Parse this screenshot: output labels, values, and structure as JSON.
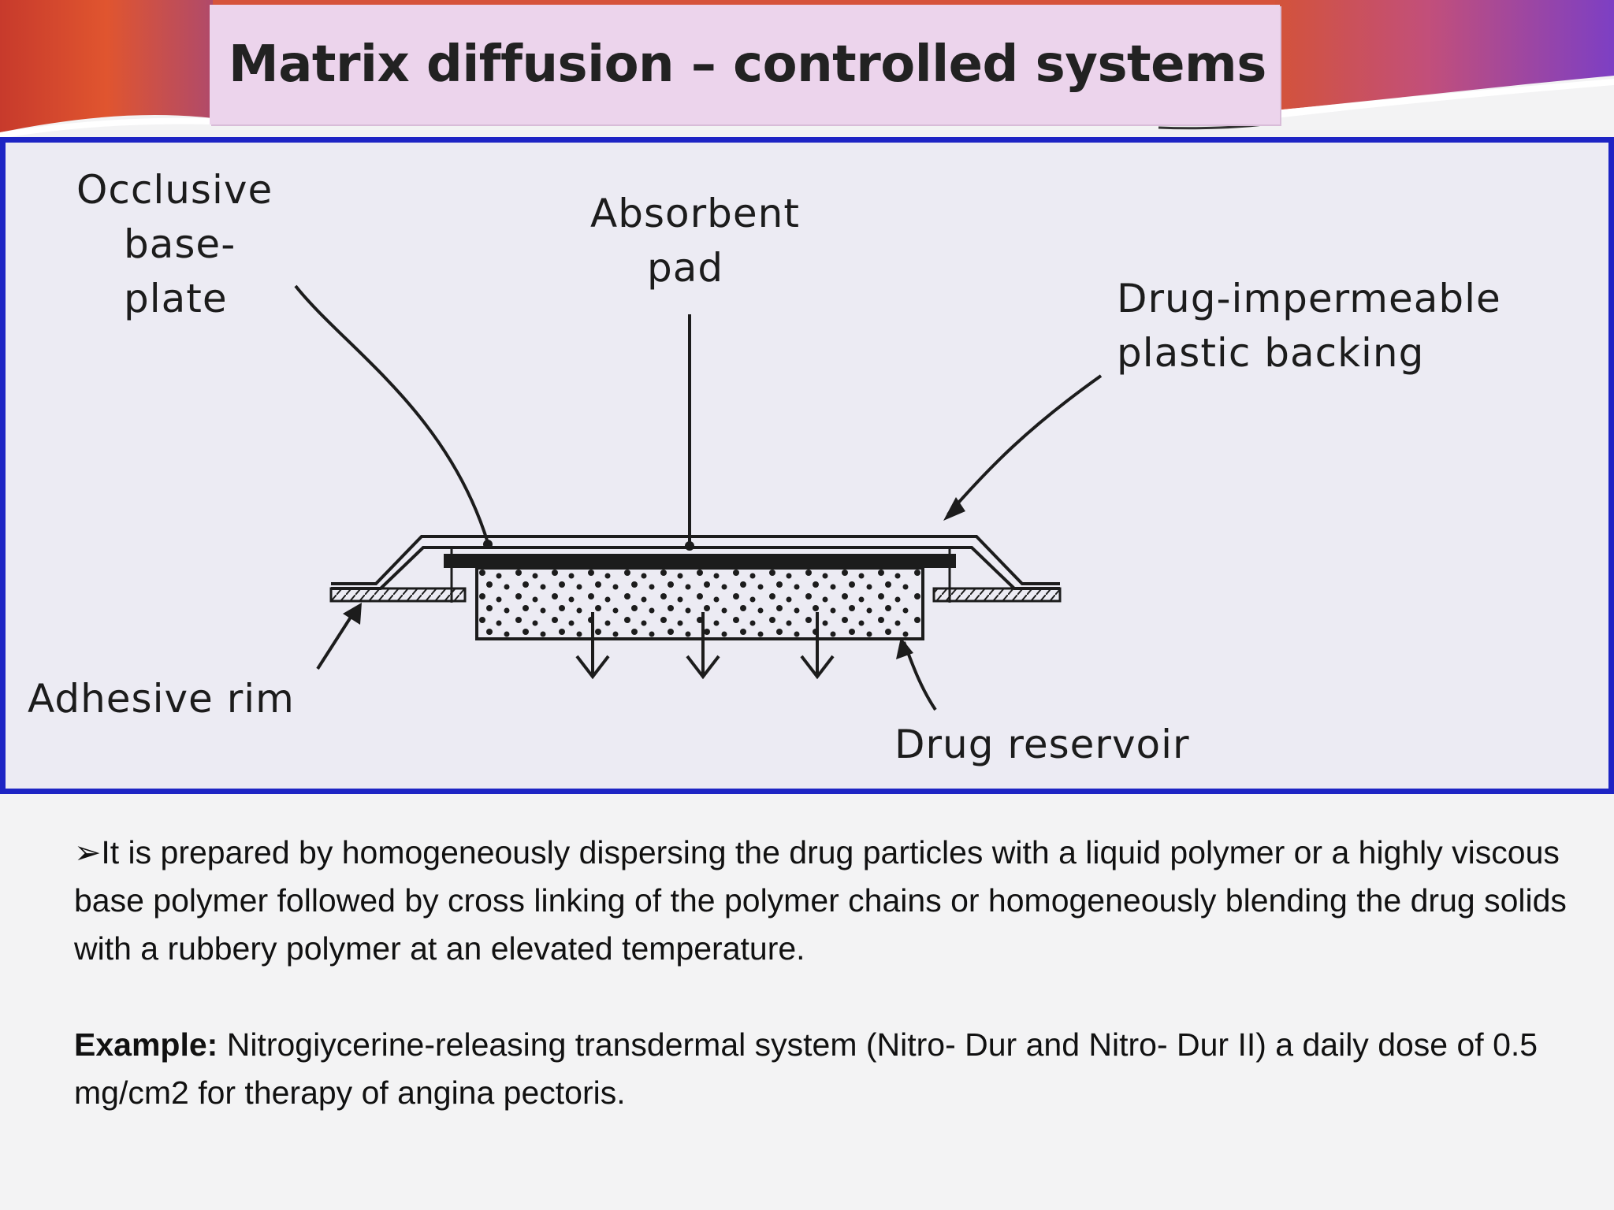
{
  "title": "Matrix diffusion – controlled systems",
  "diagram": {
    "labels": {
      "occlusive": [
        "Occlusive",
        "base-",
        "plate"
      ],
      "absorbent": [
        "Absorbent",
        "pad"
      ],
      "backing": [
        "Drug-impermeable",
        "plastic backing"
      ],
      "adhesive": "Adhesive rim",
      "reservoir": "Drug reservoir"
    }
  },
  "body": {
    "bullet_glyph": "➢",
    "paragraph1": "It is prepared by homogeneously dispersing the drug particles with a liquid polymer  or a highly viscous base polymer followed by cross linking of the polymer chains or homogeneously blending the drug solids with a rubbery polymer at an elevated temperature.",
    "example_label": "Example:",
    "example_text": " Nitrogiycerine-releasing transdermal system (Nitro- Dur and Nitro- Dur II) a daily dose of 0.5 mg/cm2 for therapy of angina pectoris."
  },
  "colors": {
    "frame_border": "#1d24c4",
    "title_box": "#ecd4ec",
    "header_red": "#d8452e",
    "header_purple": "#8a4bc4"
  }
}
